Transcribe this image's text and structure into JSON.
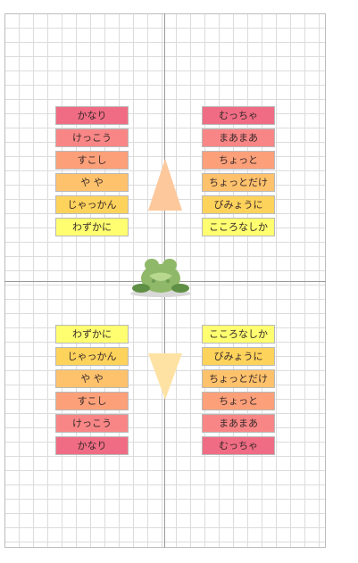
{
  "panels": {
    "top_left": [
      "かなり",
      "けっこう",
      "すこし",
      "や や",
      "じゃっかん",
      "わずかに"
    ],
    "top_right": [
      "むっちゃ",
      "まあまあ",
      "ちょっと",
      "ちょっとだけ",
      "びみょうに",
      "こころなしか"
    ],
    "bottom_left": [
      "わずかに",
      "じゃっかん",
      "や や",
      "すこし",
      "けっこう",
      "かなり"
    ],
    "bottom_right": [
      "こころなしか",
      "びみょうに",
      "ちょっとだけ",
      "ちょっと",
      "まあまあ",
      "むっちゃ"
    ]
  },
  "colors": {
    "level_top": [
      "#f06c84",
      "#f98686",
      "#fca07a",
      "#fec26c",
      "#fed35c",
      "#fefe70"
    ],
    "level_bottom": [
      "#fefe70",
      "#fed35c",
      "#fec26c",
      "#fca07a",
      "#f98686",
      "#f06c84"
    ],
    "arrow_up": "#fdc89c",
    "arrow_down": "#fde2a4",
    "frog": "#8fb868"
  },
  "icons": {
    "center": "frog-icon",
    "up": "arrow-up-icon",
    "down": "arrow-down-icon"
  }
}
